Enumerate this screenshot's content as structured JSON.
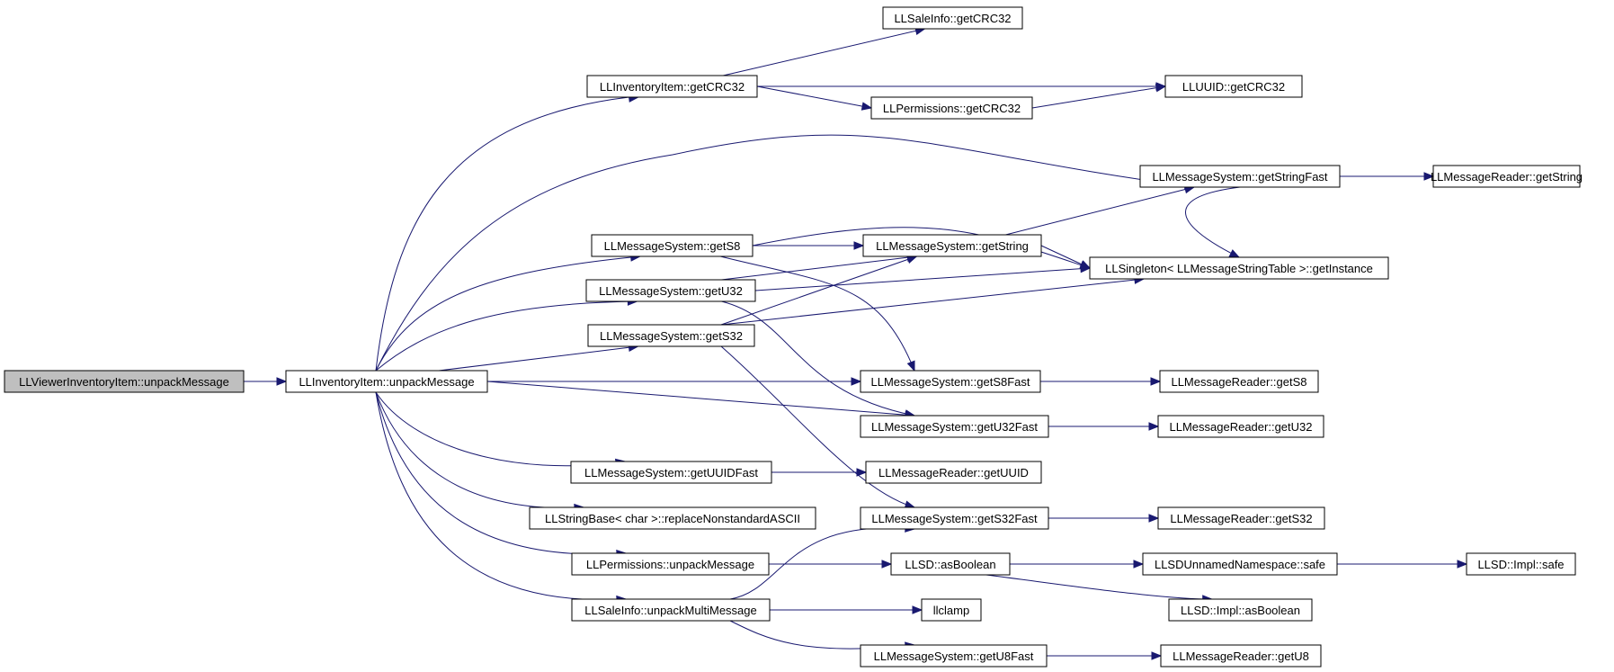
{
  "graph": {
    "edge_color": "#191970",
    "root_fill": "#bfbfbf",
    "nodes": [
      {
        "id": "n0",
        "label": "LLViewerInventoryItem::unpackMessage",
        "root": true
      },
      {
        "id": "n1",
        "label": "LLInventoryItem::unpackMessage"
      },
      {
        "id": "n2",
        "label": "LLInventoryItem::getCRC32"
      },
      {
        "id": "n3",
        "label": "LLSaleInfo::getCRC32"
      },
      {
        "id": "n4",
        "label": "LLPermissions::getCRC32"
      },
      {
        "id": "n5",
        "label": "LLUUID::getCRC32"
      },
      {
        "id": "n6",
        "label": "LLMessageSystem::getStringFast"
      },
      {
        "id": "n7",
        "label": "LLMessageReader::getString"
      },
      {
        "id": "n8",
        "label": "LLMessageSystem::getS8"
      },
      {
        "id": "n9",
        "label": "LLMessageSystem::getString"
      },
      {
        "id": "n10",
        "label": "LLSingleton< LLMessageStringTable >::getInstance"
      },
      {
        "id": "n11",
        "label": "LLMessageSystem::getU32"
      },
      {
        "id": "n12",
        "label": "LLMessageSystem::getS32"
      },
      {
        "id": "n13",
        "label": "LLMessageSystem::getS8Fast"
      },
      {
        "id": "n14",
        "label": "LLMessageReader::getS8"
      },
      {
        "id": "n15",
        "label": "LLMessageSystem::getU32Fast"
      },
      {
        "id": "n16",
        "label": "LLMessageReader::getU32"
      },
      {
        "id": "n17",
        "label": "LLMessageSystem::getUUIDFast"
      },
      {
        "id": "n18",
        "label": "LLMessageReader::getUUID"
      },
      {
        "id": "n19",
        "label": "LLStringBase< char >::replaceNonstandardASCII"
      },
      {
        "id": "n20",
        "label": "LLMessageSystem::getS32Fast"
      },
      {
        "id": "n21",
        "label": "LLMessageReader::getS32"
      },
      {
        "id": "n22",
        "label": "LLPermissions::unpackMessage"
      },
      {
        "id": "n23",
        "label": "LLSD::asBoolean"
      },
      {
        "id": "n24",
        "label": "LLSDUnnamedNamespace::safe"
      },
      {
        "id": "n25",
        "label": "LLSD::Impl::safe"
      },
      {
        "id": "n26",
        "label": "LLSaleInfo::unpackMultiMessage"
      },
      {
        "id": "n27",
        "label": "llclamp"
      },
      {
        "id": "n28",
        "label": "LLSD::Impl::asBoolean"
      },
      {
        "id": "n29",
        "label": "LLMessageSystem::getU8Fast"
      },
      {
        "id": "n30",
        "label": "LLMessageReader::getU8"
      }
    ],
    "edges": [
      [
        "n0",
        "n1"
      ],
      [
        "n1",
        "n2"
      ],
      [
        "n1",
        "n6"
      ],
      [
        "n1",
        "n8"
      ],
      [
        "n1",
        "n11"
      ],
      [
        "n1",
        "n12"
      ],
      [
        "n1",
        "n13"
      ],
      [
        "n1",
        "n15"
      ],
      [
        "n1",
        "n17"
      ],
      [
        "n1",
        "n19"
      ],
      [
        "n1",
        "n22"
      ],
      [
        "n1",
        "n26"
      ],
      [
        "n2",
        "n3"
      ],
      [
        "n2",
        "n5"
      ],
      [
        "n2",
        "n4"
      ],
      [
        "n4",
        "n5"
      ],
      [
        "n6",
        "n7"
      ],
      [
        "n6",
        "n10"
      ],
      [
        "n8",
        "n9"
      ],
      [
        "n8",
        "n10"
      ],
      [
        "n8",
        "n13"
      ],
      [
        "n9",
        "n6"
      ],
      [
        "n9",
        "n10"
      ],
      [
        "n11",
        "n9"
      ],
      [
        "n11",
        "n10"
      ],
      [
        "n11",
        "n15"
      ],
      [
        "n12",
        "n9"
      ],
      [
        "n12",
        "n10"
      ],
      [
        "n12",
        "n20"
      ],
      [
        "n13",
        "n14"
      ],
      [
        "n15",
        "n16"
      ],
      [
        "n17",
        "n18"
      ],
      [
        "n20",
        "n21"
      ],
      [
        "n22",
        "n23"
      ],
      [
        "n23",
        "n24"
      ],
      [
        "n23",
        "n28"
      ],
      [
        "n24",
        "n25"
      ],
      [
        "n26",
        "n20"
      ],
      [
        "n26",
        "n27"
      ],
      [
        "n26",
        "n29"
      ],
      [
        "n29",
        "n30"
      ]
    ]
  }
}
